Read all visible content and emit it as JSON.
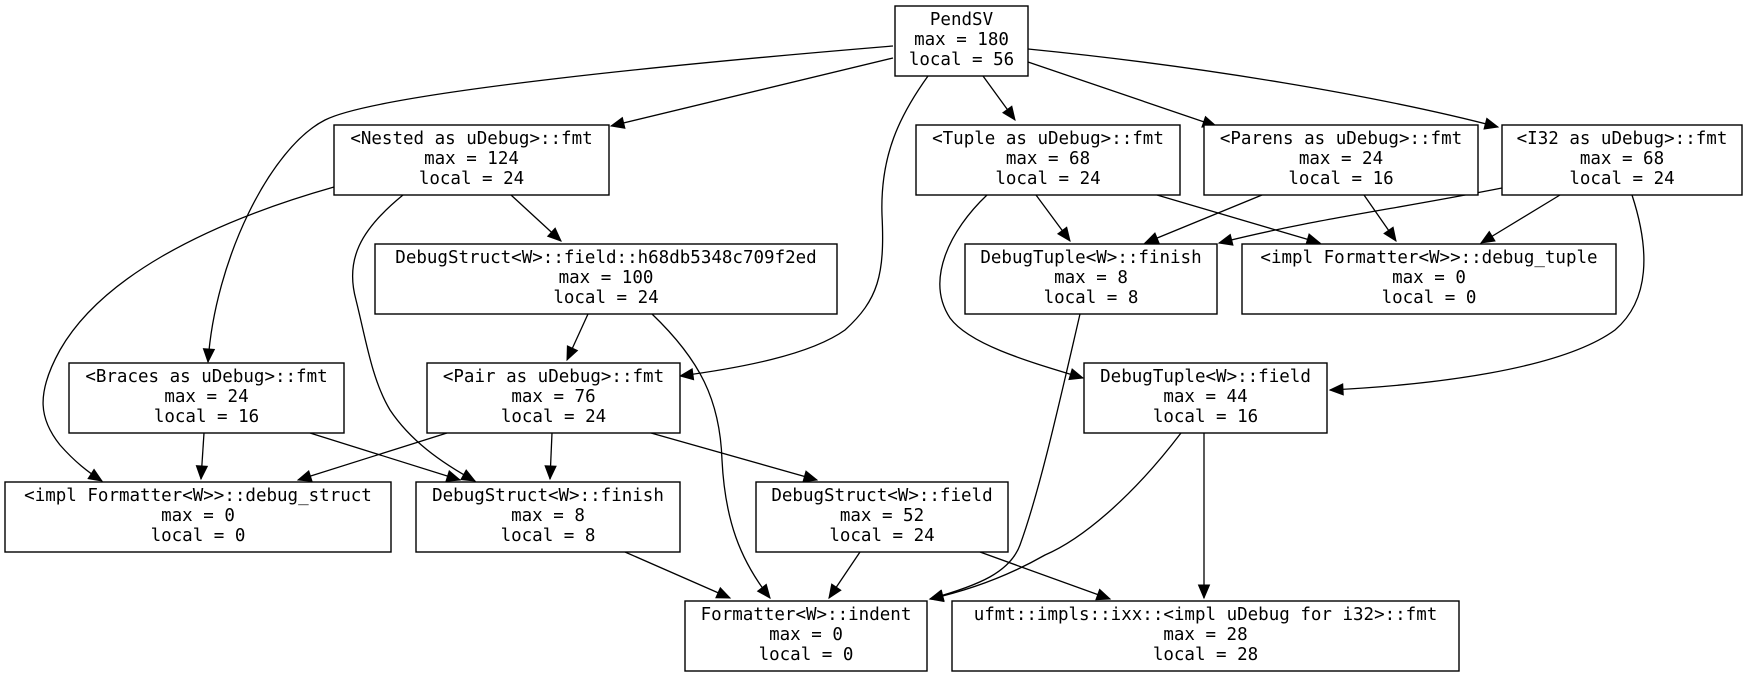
{
  "graph": {
    "nodes": [
      {
        "id": "pendsv",
        "name": "PendSV",
        "max": "max = 180",
        "local": "local = 56"
      },
      {
        "id": "nested_fmt",
        "name": "<Nested as uDebug>::fmt",
        "max": "max = 124",
        "local": "local = 24"
      },
      {
        "id": "tuple_fmt",
        "name": "<Tuple as uDebug>::fmt",
        "max": "max = 68",
        "local": "local = 24"
      },
      {
        "id": "parens_fmt",
        "name": "<Parens as uDebug>::fmt",
        "max": "max = 24",
        "local": "local = 16"
      },
      {
        "id": "i32_fmt",
        "name": "<I32 as uDebug>::fmt",
        "max": "max = 68",
        "local": "local = 24"
      },
      {
        "id": "debugstruct_field_hash",
        "name": "DebugStruct<W>::field::h68db5348c709f2ed",
        "max": "max = 100",
        "local": "local = 24"
      },
      {
        "id": "debugtuple_finish",
        "name": "DebugTuple<W>::finish",
        "max": "max = 8",
        "local": "local = 8"
      },
      {
        "id": "formatter_debug_tuple",
        "name": "<impl Formatter<W>>::debug_tuple",
        "max": "max = 0",
        "local": "local = 0"
      },
      {
        "id": "braces_fmt",
        "name": "<Braces as uDebug>::fmt",
        "max": "max = 24",
        "local": "local = 16"
      },
      {
        "id": "pair_fmt",
        "name": "<Pair as uDebug>::fmt",
        "max": "max = 76",
        "local": "local = 24"
      },
      {
        "id": "debugtuple_field",
        "name": "DebugTuple<W>::field",
        "max": "max = 44",
        "local": "local = 16"
      },
      {
        "id": "formatter_debug_struct",
        "name": "<impl Formatter<W>>::debug_struct",
        "max": "max = 0",
        "local": "local = 0"
      },
      {
        "id": "debugstruct_finish",
        "name": "DebugStruct<W>::finish",
        "max": "max = 8",
        "local": "local = 8"
      },
      {
        "id": "debugstruct_field",
        "name": "DebugStruct<W>::field",
        "max": "max = 52",
        "local": "local = 24"
      },
      {
        "id": "formatter_indent",
        "name": "Formatter<W>::indent",
        "max": "max = 0",
        "local": "local = 0"
      },
      {
        "id": "ufmt_i32_fmt",
        "name": "ufmt::impls::ixx::<impl uDebug for i32>::fmt",
        "max": "max = 28",
        "local": "local = 28"
      }
    ],
    "edges": [
      {
        "from": "pendsv",
        "to": "braces_fmt"
      },
      {
        "from": "pendsv",
        "to": "nested_fmt"
      },
      {
        "from": "pendsv",
        "to": "pair_fmt"
      },
      {
        "from": "pendsv",
        "to": "tuple_fmt"
      },
      {
        "from": "pendsv",
        "to": "parens_fmt"
      },
      {
        "from": "pendsv",
        "to": "i32_fmt"
      },
      {
        "from": "nested_fmt",
        "to": "formatter_debug_struct"
      },
      {
        "from": "nested_fmt",
        "to": "debugstruct_finish"
      },
      {
        "from": "nested_fmt",
        "to": "debugstruct_field_hash"
      },
      {
        "from": "tuple_fmt",
        "to": "debugtuple_field"
      },
      {
        "from": "tuple_fmt",
        "to": "debugtuple_finish"
      },
      {
        "from": "tuple_fmt",
        "to": "formatter_debug_tuple"
      },
      {
        "from": "parens_fmt",
        "to": "debugtuple_finish"
      },
      {
        "from": "parens_fmt",
        "to": "formatter_debug_tuple"
      },
      {
        "from": "i32_fmt",
        "to": "debugtuple_finish"
      },
      {
        "from": "i32_fmt",
        "to": "formatter_debug_tuple"
      },
      {
        "from": "i32_fmt",
        "to": "debugtuple_field"
      },
      {
        "from": "debugstruct_field_hash",
        "to": "pair_fmt"
      },
      {
        "from": "debugstruct_field_hash",
        "to": "formatter_indent"
      },
      {
        "from": "debugtuple_finish",
        "to": "formatter_indent"
      },
      {
        "from": "braces_fmt",
        "to": "formatter_debug_struct"
      },
      {
        "from": "braces_fmt",
        "to": "debugstruct_finish"
      },
      {
        "from": "pair_fmt",
        "to": "formatter_debug_struct"
      },
      {
        "from": "pair_fmt",
        "to": "debugstruct_finish"
      },
      {
        "from": "pair_fmt",
        "to": "debugstruct_field"
      },
      {
        "from": "debugtuple_field",
        "to": "formatter_indent"
      },
      {
        "from": "debugtuple_field",
        "to": "ufmt_i32_fmt"
      },
      {
        "from": "debugstruct_finish",
        "to": "formatter_indent"
      },
      {
        "from": "debugstruct_field",
        "to": "formatter_indent"
      },
      {
        "from": "debugstruct_field",
        "to": "ufmt_i32_fmt"
      }
    ]
  }
}
